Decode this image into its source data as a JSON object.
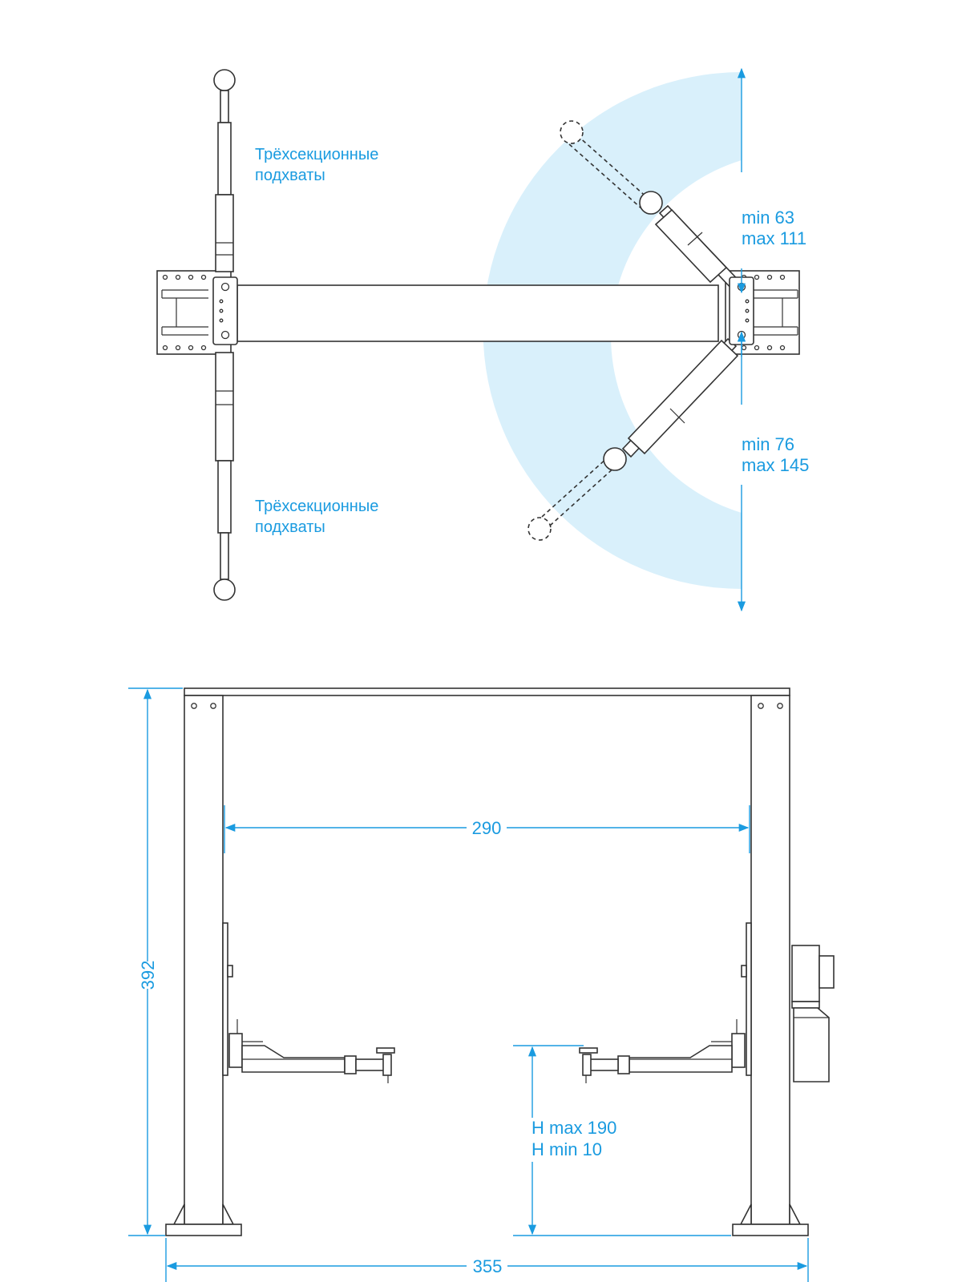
{
  "colors": {
    "accent": "#1a9be0",
    "swing_zone": "#d9f0fb",
    "line": "#333333"
  },
  "top_view": {
    "upper_arm_label": [
      "Трёхсекционные",
      "подхваты"
    ],
    "lower_arm_label": [
      "Трёхсекционные",
      "подхваты"
    ],
    "upper_arm_range": [
      "min 63",
      "max 111"
    ],
    "lower_arm_range": [
      "min 76",
      "max 145"
    ]
  },
  "front_view": {
    "inner_width": "290",
    "total_height": "392",
    "overall_width": "355",
    "lift_height": [
      "H max 190",
      "H min 10"
    ]
  }
}
